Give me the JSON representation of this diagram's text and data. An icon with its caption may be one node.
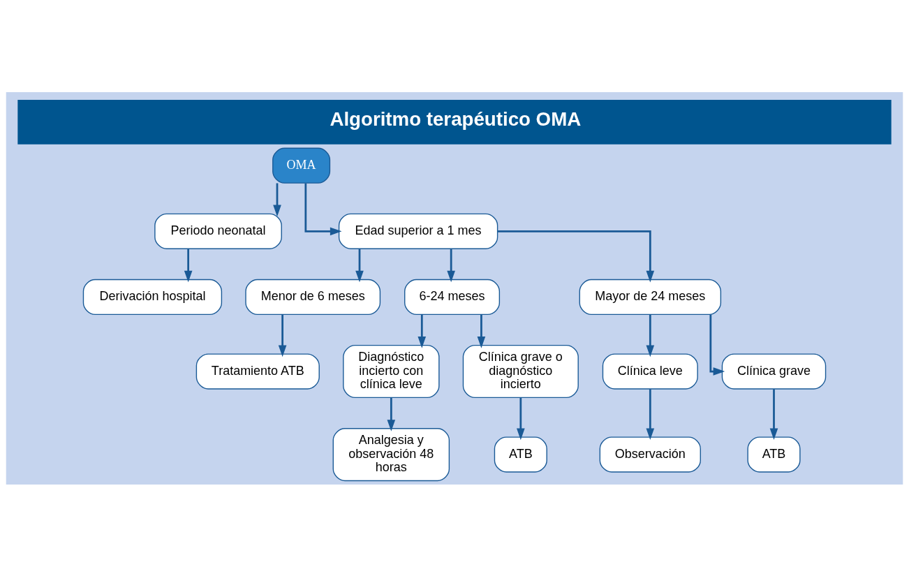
{
  "diagram": {
    "title": "Algoritmo terapéutico OMA",
    "nodes": [
      {
        "text": [
          "OMA"
        ]
      },
      {
        "text": [
          "Periodo neonatal"
        ]
      },
      {
        "text": [
          "Edad superior a 1 mes"
        ]
      },
      {
        "text": [
          "Derivación hospital"
        ]
      },
      {
        "text": [
          "Menor de 6 meses"
        ]
      },
      {
        "text": [
          "6-24 meses"
        ]
      },
      {
        "text": [
          "Mayor de 24 meses"
        ]
      },
      {
        "text": [
          "Tratamiento ATB"
        ]
      },
      {
        "text": [
          "Diagnóstico incierto con clínica leve"
        ]
      },
      {
        "text": [
          "Clínica grave o diagnóstico incierto"
        ]
      },
      {
        "text": [
          "Clínica leve"
        ]
      },
      {
        "text": [
          "Clínica grave"
        ]
      },
      {
        "text": [
          "Analgesia y observación 48 horas"
        ]
      },
      {
        "text": [
          "ATB"
        ]
      },
      {
        "text": [
          "Observación"
        ]
      },
      {
        "text": [
          "ATB"
        ]
      }
    ],
    "edges": [
      {
        "from": 0,
        "to": 1,
        "arrow": "to"
      },
      {
        "from": 0,
        "to": 2,
        "arrow": "to"
      },
      {
        "from": 1,
        "to": 3,
        "arrow": "to"
      },
      {
        "from": 2,
        "to": 4,
        "arrow": "to"
      },
      {
        "from": 2,
        "to": 5,
        "arrow": "to"
      },
      {
        "from": 2,
        "to": 6,
        "arrow": "to"
      },
      {
        "from": 4,
        "to": 7,
        "arrow": "to"
      },
      {
        "from": 5,
        "to": 8,
        "arrow": "to"
      },
      {
        "from": 5,
        "to": 9,
        "arrow": "to"
      },
      {
        "from": 6,
        "to": 10,
        "arrow": "to"
      },
      {
        "from": 6,
        "to": 11,
        "arrow": "to"
      },
      {
        "from": 8,
        "to": 12,
        "arrow": "to"
      },
      {
        "from": 9,
        "to": 13,
        "arrow": "to"
      },
      {
        "from": 10,
        "to": 14,
        "arrow": "to"
      },
      {
        "from": 11,
        "to": 15,
        "arrow": "to"
      }
    ]
  }
}
